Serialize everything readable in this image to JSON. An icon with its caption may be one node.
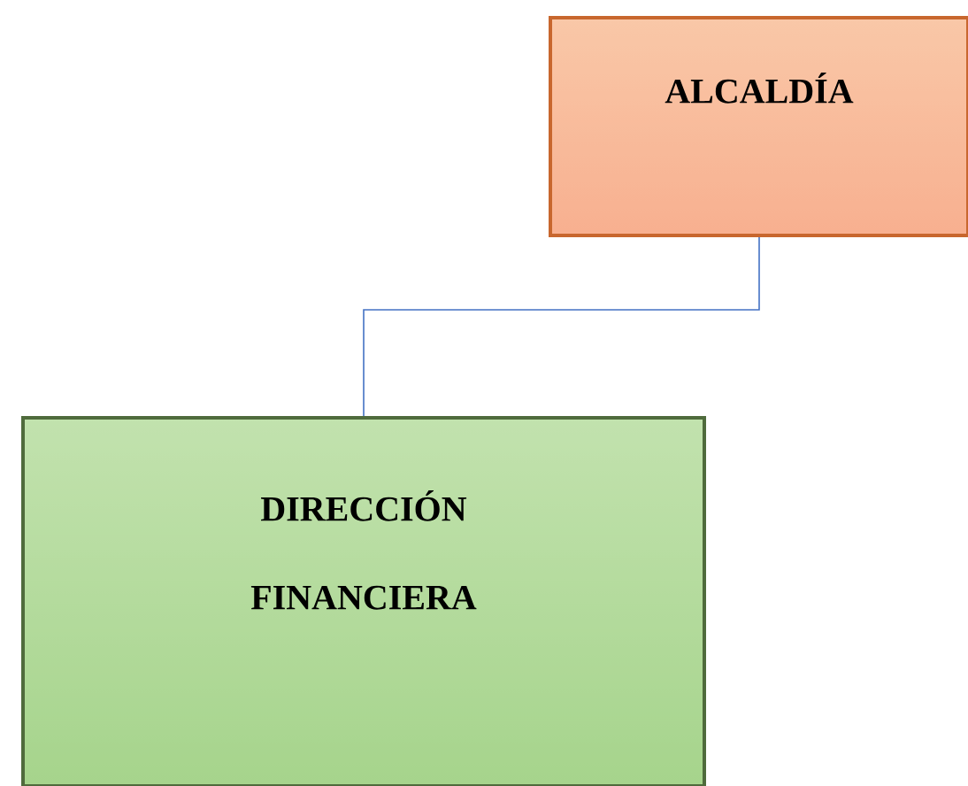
{
  "diagram": {
    "nodes": [
      {
        "text": [
          "ALCALDÍA"
        ]
      },
      {
        "text": [
          "DIRECCIÓN FINANCIERA"
        ]
      }
    ],
    "edges": [
      {
        "from": 0,
        "to": 1,
        "arrow": "none"
      }
    ]
  }
}
